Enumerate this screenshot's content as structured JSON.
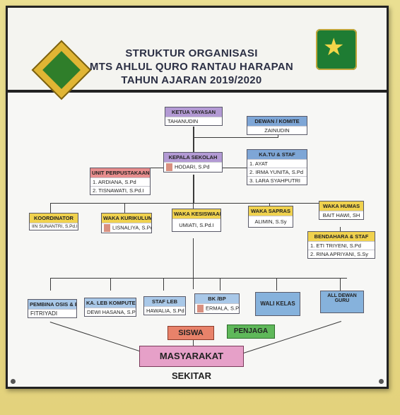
{
  "header": {
    "line1": "STRUKTUR ORGANISASI",
    "line2": "MTS AHLUL QURO RANTAU HARAPAN",
    "line3": "TAHUN AJARAN 2019/2020"
  },
  "ketua": {
    "title": "KETUA YAYASAN",
    "name": "TAHANUDIN"
  },
  "dewan": {
    "title": "DEWAN / KOMITE",
    "name": "ZAINUDIN"
  },
  "kepala": {
    "title": "KEPALA SEKOLAH",
    "name": "HODARI, S.Pd"
  },
  "katu": {
    "title": "KA.TU & STAF",
    "members": [
      "1. AYAT",
      "2. IRMA YUNITA, S.Pd",
      "3. LARA SYAHPUTRI"
    ]
  },
  "unit": {
    "title": "UNIT PERPUSTAKAAN",
    "members": [
      "1. ARDIANA, S.Pd",
      "2. TISNAWATI, S.Pd.I"
    ]
  },
  "koordinator": {
    "title": "KOORDINATOR",
    "name": "IIN SUNANTRI, S.Pd.I"
  },
  "kurikulum": {
    "title": "WAKA KURIKULUM",
    "name": "LISNALIYA, S.Pd"
  },
  "kesiswaan": {
    "title": "WAKA KESISWAAN",
    "name": "UMIATI, S.Pd.I"
  },
  "sapras": {
    "title": "WAKA SAPRAS",
    "name": "ALIMIN, S.Sy"
  },
  "humas": {
    "title": "WAKA HUMAS",
    "name": "BAIT HAWI, SH"
  },
  "bendahara": {
    "title": "BENDAHARA & STAF",
    "members": [
      "1. ETI TRIYENI, S.Pd",
      "2. RINA APRIYANI, S.Sy"
    ]
  },
  "pembina": {
    "title": "PEMBINA OSIS & EKS",
    "name": "FITRIYADI"
  },
  "lab": {
    "title": "KA. LEB KOMPUTER",
    "name": "DEWI HASANA, S.Pd"
  },
  "staflab": {
    "title": "STAF LEB",
    "name": "HAWALIA, S.Pd"
  },
  "bk": {
    "title": "BK /BP",
    "name": "ERMALA, S.Pd"
  },
  "wali": {
    "title": "WALI KELAS"
  },
  "guru": {
    "title": "ALL DEWAN GURU"
  },
  "siswa": {
    "title": "SISWA"
  },
  "penjaga": {
    "title": "PENJAGA"
  },
  "masyarakat": {
    "title": "MASYARAKAT SEKITAR"
  },
  "colors": {
    "banner": "#f7f7f5",
    "wall": "#e6d98a",
    "siswa": "#e8826a",
    "penjaga": "#5fb85a",
    "masyarakat": "#e6a0c8"
  }
}
